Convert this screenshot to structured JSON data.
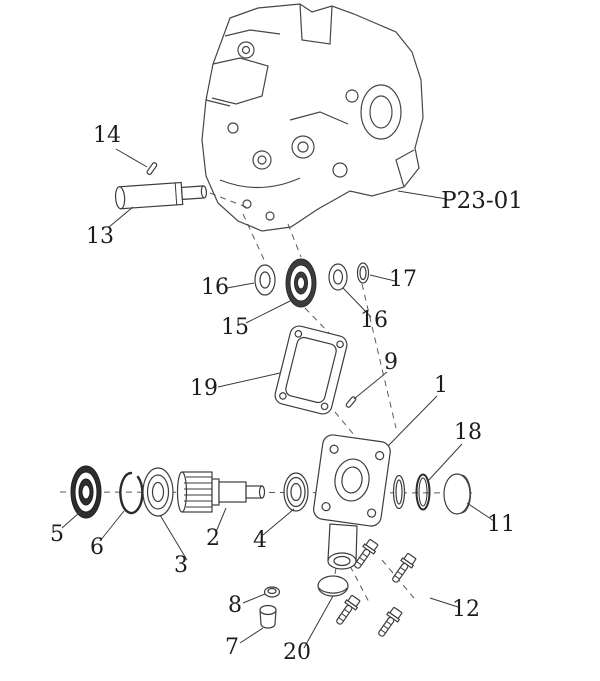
{
  "diagram": {
    "part_number": "P23-01",
    "callouts": [
      {
        "ref": "pin-14",
        "text": "14"
      },
      {
        "ref": "shaft-13",
        "text": "13"
      },
      {
        "ref": "bearing-16-left",
        "text": "16"
      },
      {
        "ref": "bearing-15",
        "text": "15"
      },
      {
        "ref": "bearing-16-right",
        "text": "16"
      },
      {
        "ref": "ring-17",
        "text": "17"
      },
      {
        "ref": "gasket-19",
        "text": "19"
      },
      {
        "ref": "pin-9",
        "text": "9"
      },
      {
        "ref": "housing-1",
        "text": "1"
      },
      {
        "ref": "oring-18",
        "text": "18"
      },
      {
        "ref": "seal-5",
        "text": "5"
      },
      {
        "ref": "circlip-6",
        "text": "6"
      },
      {
        "ref": "bearing-3",
        "text": "3"
      },
      {
        "ref": "gearshaft-2",
        "text": "2"
      },
      {
        "ref": "bearing-4",
        "text": "4"
      },
      {
        "ref": "cap-11",
        "text": "11"
      },
      {
        "ref": "plug-8",
        "text": "8"
      },
      {
        "ref": "bolts-12",
        "text": "12"
      },
      {
        "ref": "plug-7",
        "text": "7"
      },
      {
        "ref": "cap-20",
        "text": "20"
      }
    ]
  }
}
